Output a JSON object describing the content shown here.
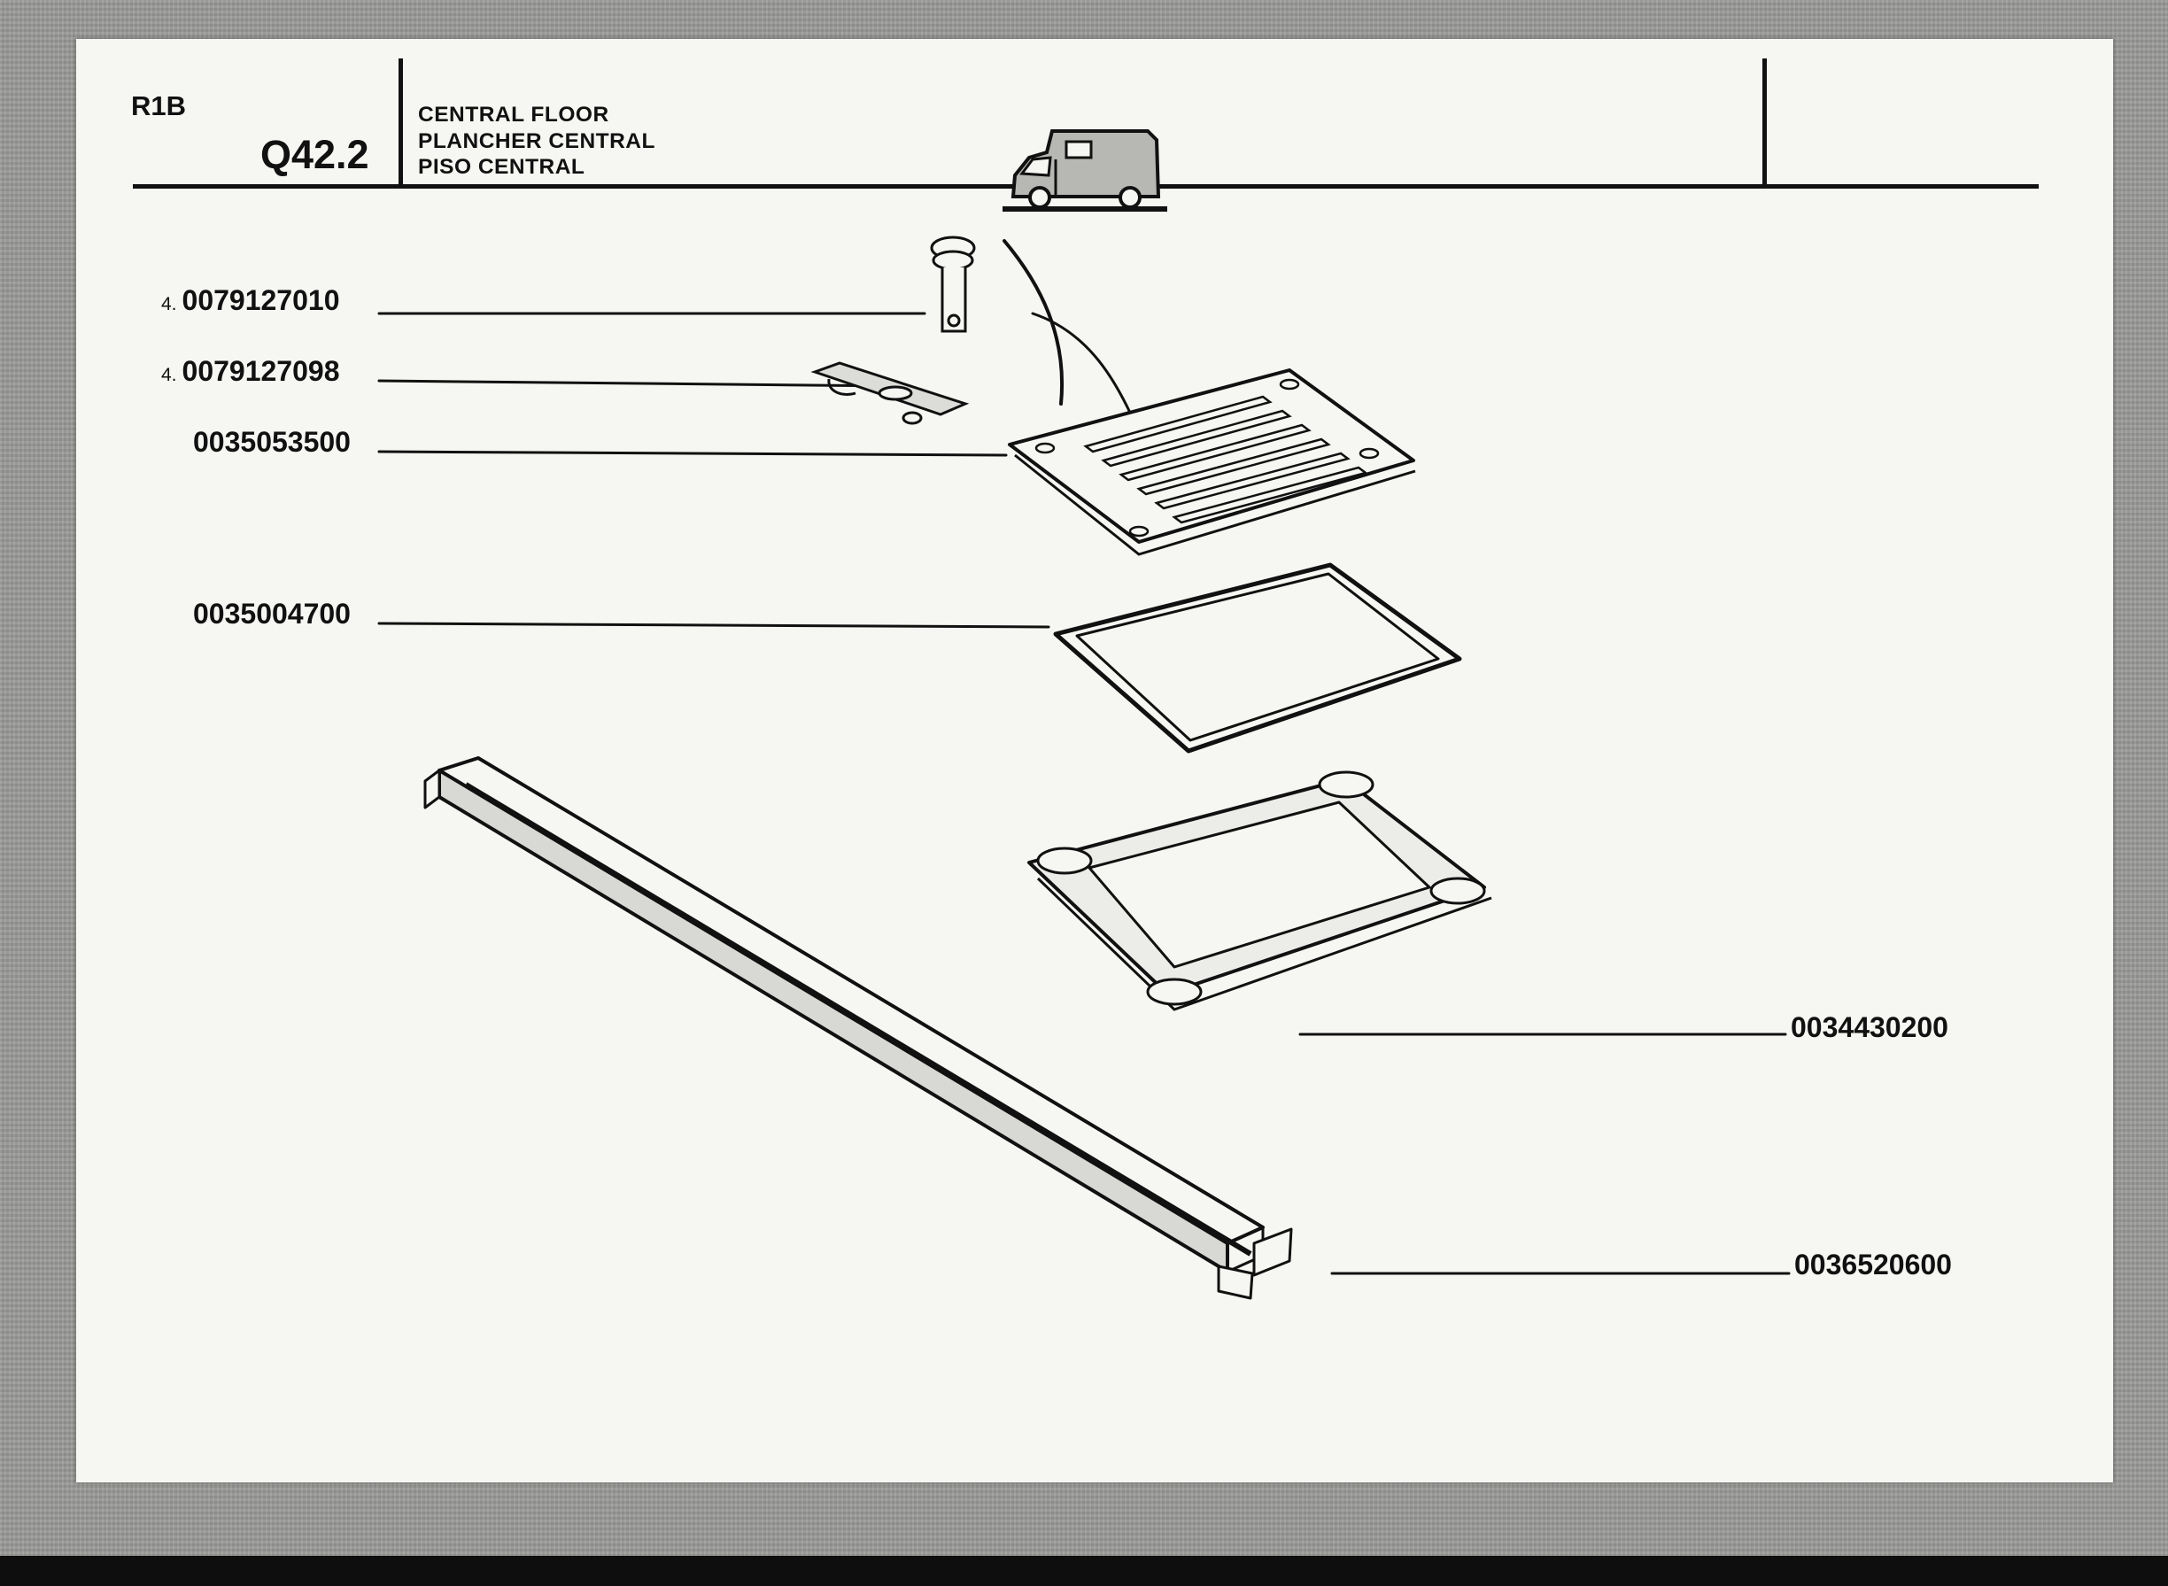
{
  "header": {
    "model_code": "R1B",
    "section_code": "Q42.2",
    "titles": [
      "CENTRAL FLOOR",
      "PLANCHER CENTRAL",
      "PISO CENTRAL"
    ],
    "van_icon": "van-icon"
  },
  "parts": [
    {
      "quantity": "4.",
      "number": "0079127010"
    },
    {
      "quantity": "4.",
      "number": "0079127098"
    },
    {
      "quantity": "",
      "number": "0035053500"
    },
    {
      "quantity": "",
      "number": "0035004700"
    },
    {
      "quantity": "",
      "number": "0034430200"
    },
    {
      "quantity": "",
      "number": "0036520600"
    }
  ],
  "colors": {
    "ink": "#111111",
    "paper": "#f6f6f2",
    "scan_background": "#9a9a98"
  }
}
